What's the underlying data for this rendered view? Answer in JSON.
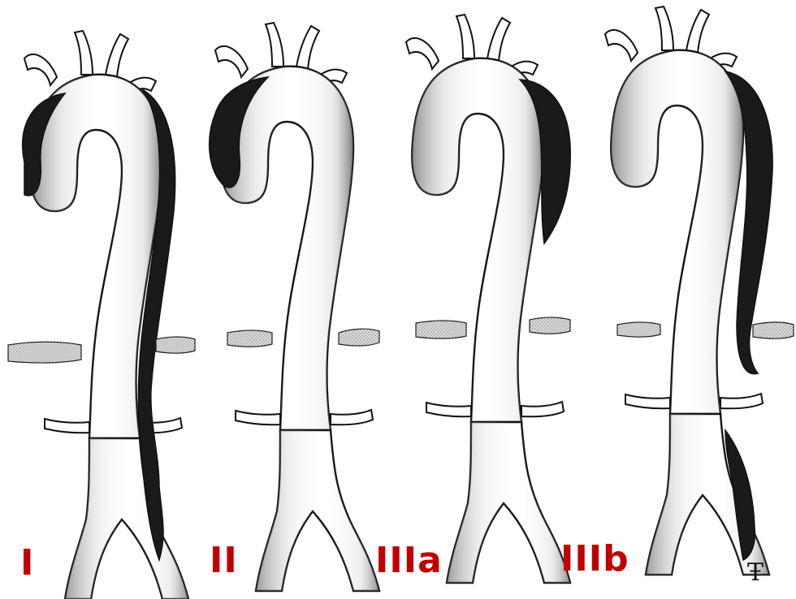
{
  "figure": {
    "panels": [
      {
        "id": "I",
        "label": "I"
      },
      {
        "id": "II",
        "label": "II"
      },
      {
        "id": "IIIa",
        "label": "IIIa"
      },
      {
        "id": "IIIb",
        "label": "IIIb"
      }
    ],
    "signature": "Ŧ"
  },
  "colors": {
    "label": "#c00000",
    "aorta_fill": "#ffffff",
    "aorta_stroke": "#111111",
    "shading": "#8a8a8a",
    "dissection": "#1a1a1a",
    "diaphragm": "#b8b8b8"
  }
}
